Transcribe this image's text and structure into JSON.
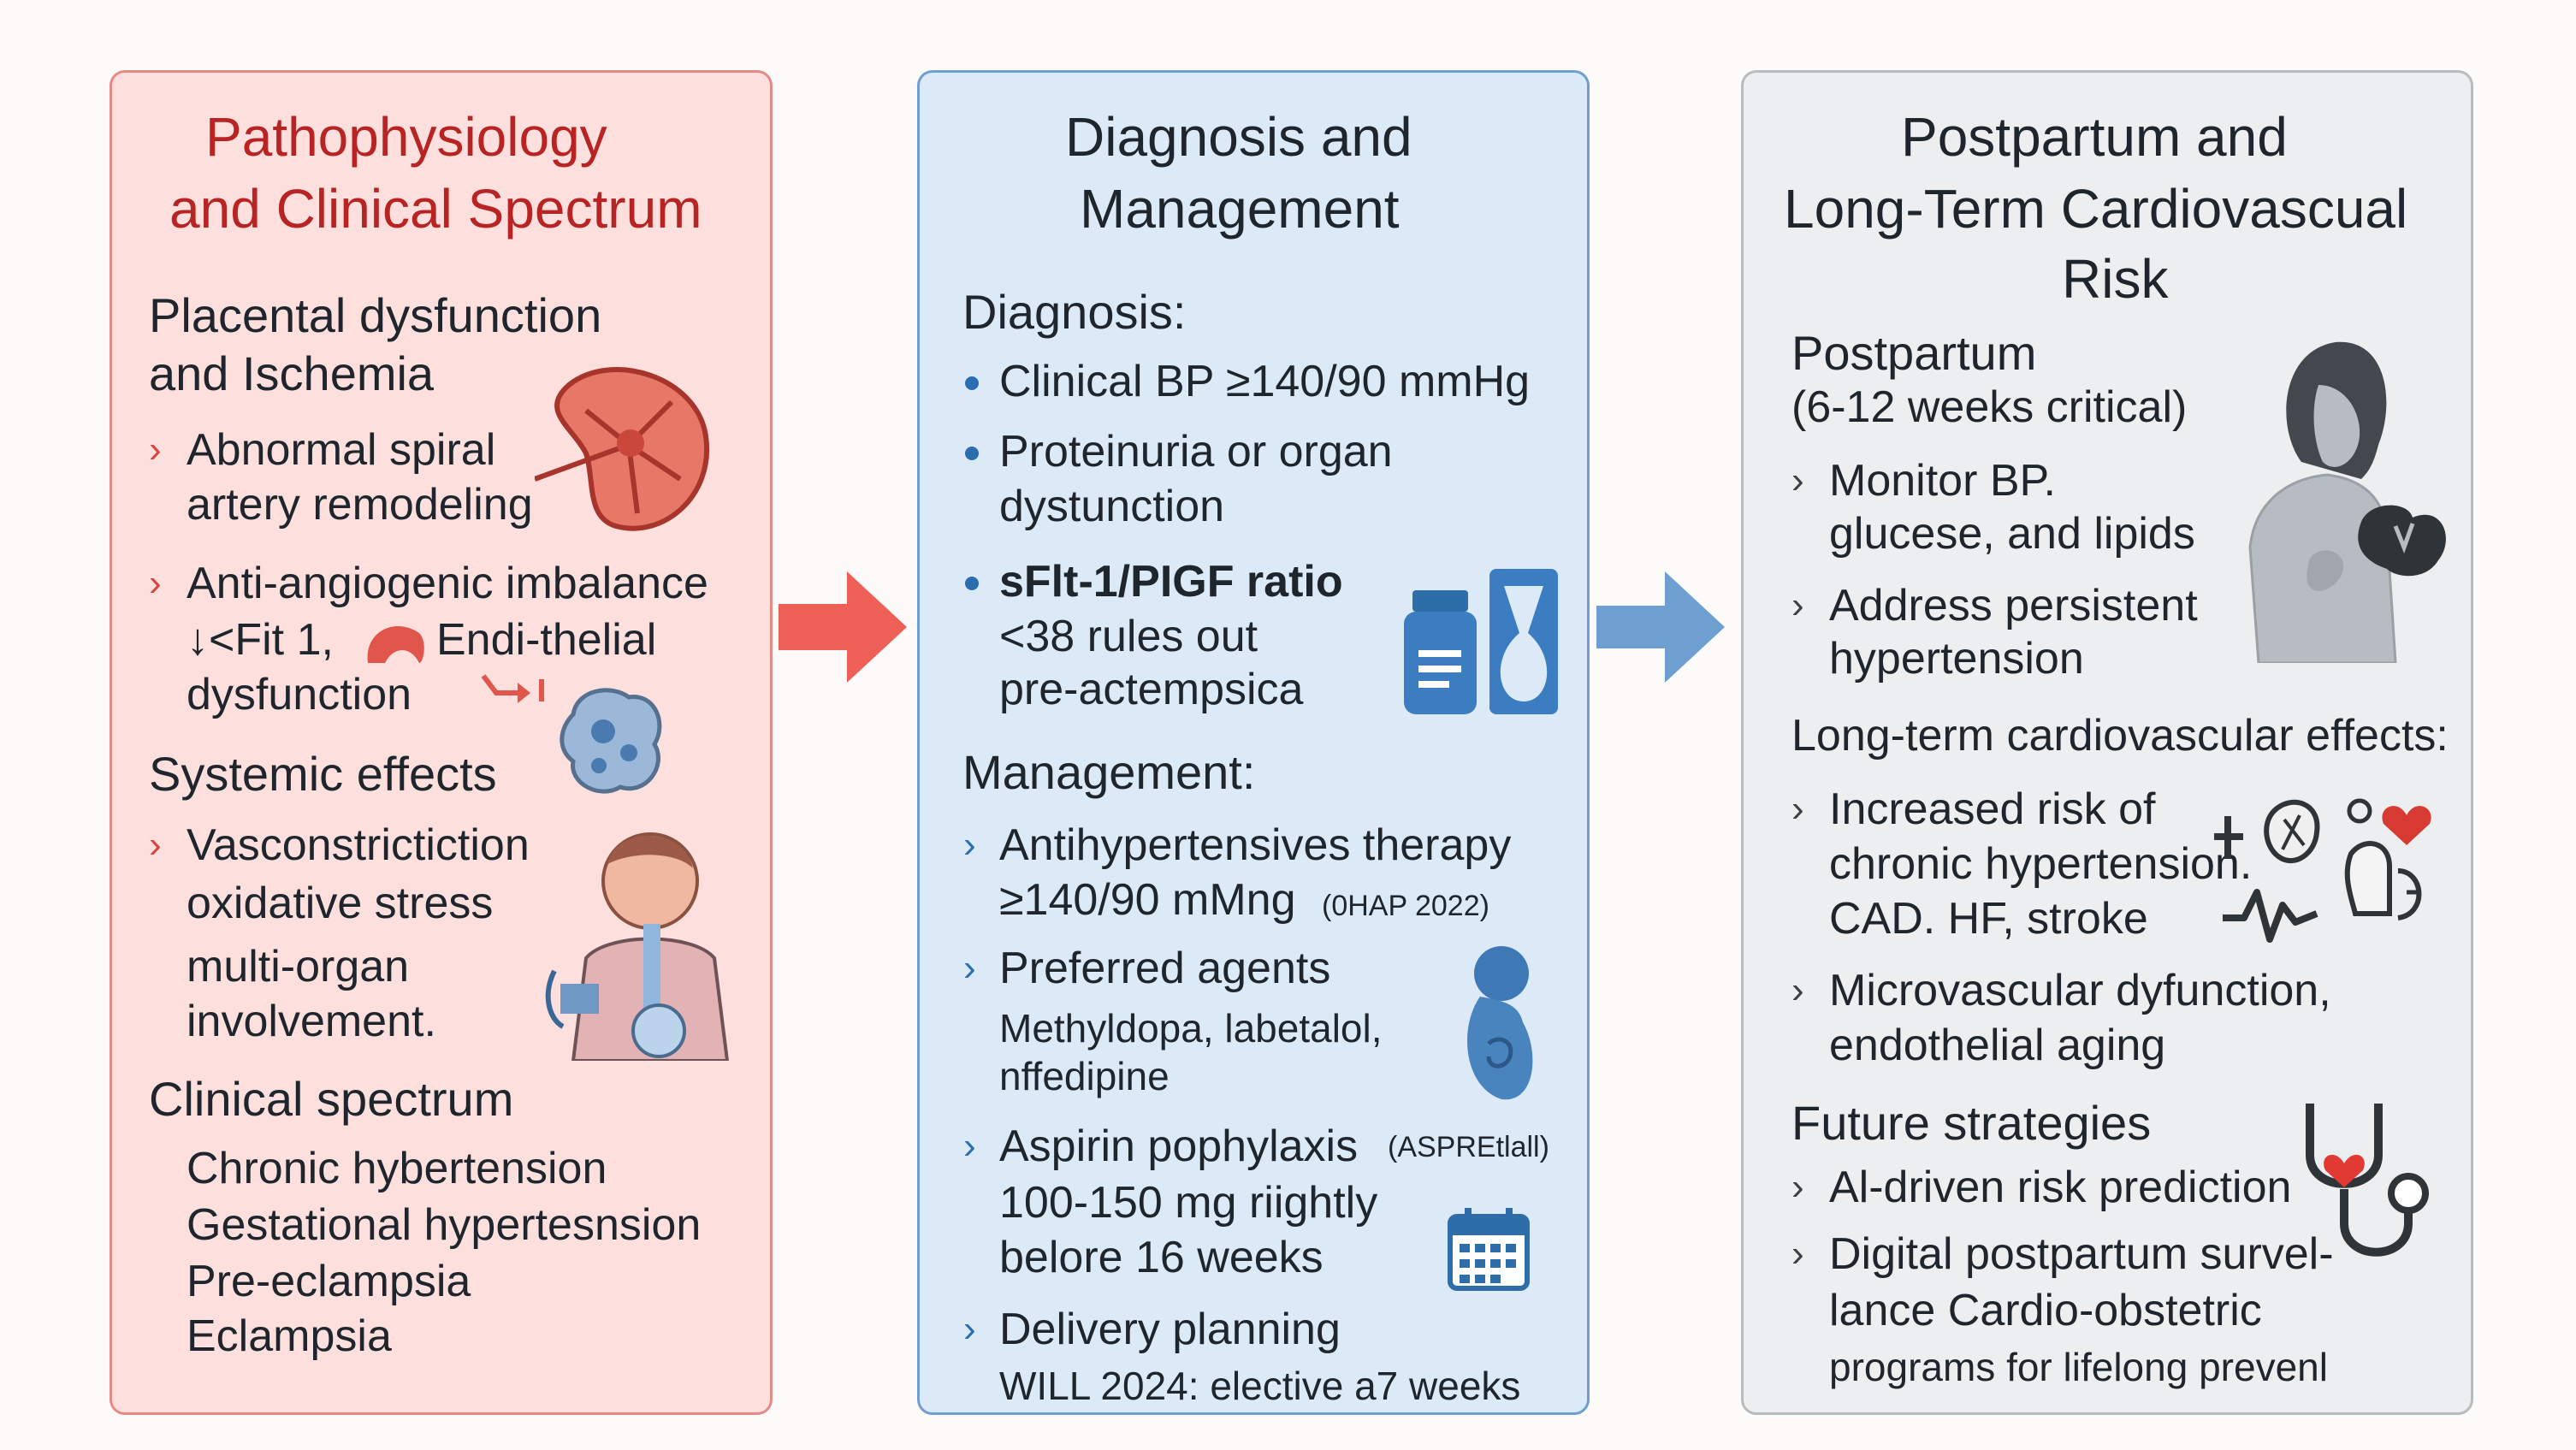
{
  "panel1": {
    "title_line1": "Pathophysiology",
    "title_line2": "and Clinical Spectrum",
    "section1_line1": "Placental dysfunction",
    "section1_line2": "and Ischemia",
    "b1_line1": "Abnormal spiral",
    "b1_line2": "artery remodeling",
    "b2_line1": "Anti-angiogenic imbalance",
    "b2_line2a": "↓<Fit 1,",
    "b2_line2b": "Endi-thelial",
    "b2_line3": "dysfunction",
    "section2": "Systemic effects",
    "b3_line1": "Vasconstrictiction",
    "b3_line2": "oxidative stress",
    "b3_line3": "multi-organ",
    "b3_line4": "involvement.",
    "section3": "Clinical spectrum",
    "spectrum": [
      "Chronic hybertension",
      "Gestational hypertesnsion",
      "Pre-eclampsia",
      "Eclampsia"
    ]
  },
  "panel2": {
    "title_line1": "Diagnosis and",
    "title_line2": "Management",
    "diag_heading": "Diagnosis:",
    "d1": "Clinical BP ≥140/90 mmHg",
    "d2_line1": "Proteinuria or organ",
    "d2_line2": "dystunction",
    "d3_line1": "sFlt-1/PIGF ratio",
    "d3_line2": "<38 rules out",
    "d3_line3": "pre-actempsica",
    "mgmt_heading": "Management:",
    "m1_line1": "Antihypertensives therapy",
    "m1_line2": "≥140/90 mMng",
    "m1_small": "(0HAP 2022)",
    "m2_line1": "Preferred agents",
    "m2_line2": "Methyldopa, labetalol,",
    "m2_line3": "nffedipine",
    "m3_line1": "Aspirin pophylaxis",
    "m3_small": "(ASPREtlall)",
    "m3_line2": "100-150 mg riightly",
    "m3_line3": "belore 16 weeks",
    "m4_line1": "Delivery planning",
    "m4_line2": "WILL 2024: elective a7 weeks"
  },
  "panel3": {
    "title_line1": "Postpartum and",
    "title_line2": "Long-Term Cardiovascual",
    "title_line3": "Risk",
    "pp_heading": "Postpartum",
    "pp_sub": "(6-12 weeks critical)",
    "p1_line1": "Monitor BP.",
    "p1_line2": "glucese, and lipids",
    "p2_line1": "Address persistent",
    "p2_line2": "hypertension",
    "lt_heading": "Long-term cardiovascular effects:",
    "l1_line1": "Increased risk of",
    "l1_line2": "chronic hypertension.",
    "l1_line3": "CAD. HF, stroke",
    "l2_line1": "Microvascular dyfunction,",
    "l2_line2": "endothelial aging",
    "fs_heading": "Future strategies",
    "f1": "Al-driven risk prediction",
    "f2_line1": "Digital postpartum survel-",
    "f2_line2": "lance Cardio-obstetric",
    "f2_line3": "programs for lifelong prevenl"
  },
  "colors": {
    "panel1_bg": "#fde0de",
    "panel2_bg": "#dceaf7",
    "panel3_bg": "#eceeef",
    "title_red": "#b82323",
    "arrow_red": "#ee6055",
    "arrow_blue": "#6f9fd0"
  },
  "icons": [
    "placenta-icon",
    "enzyme-icon",
    "cell-cluster-icon",
    "patient-icon",
    "medicine-bottle-icon",
    "flask-icon",
    "fetus-icon",
    "calendar-icon",
    "woman-silhouette-icon",
    "heart-organ-icon",
    "plus-icon",
    "kidney-icon",
    "brain-icon",
    "heart-icon",
    "heartbeat-icon",
    "figure-icon",
    "stethoscope-icon"
  ]
}
